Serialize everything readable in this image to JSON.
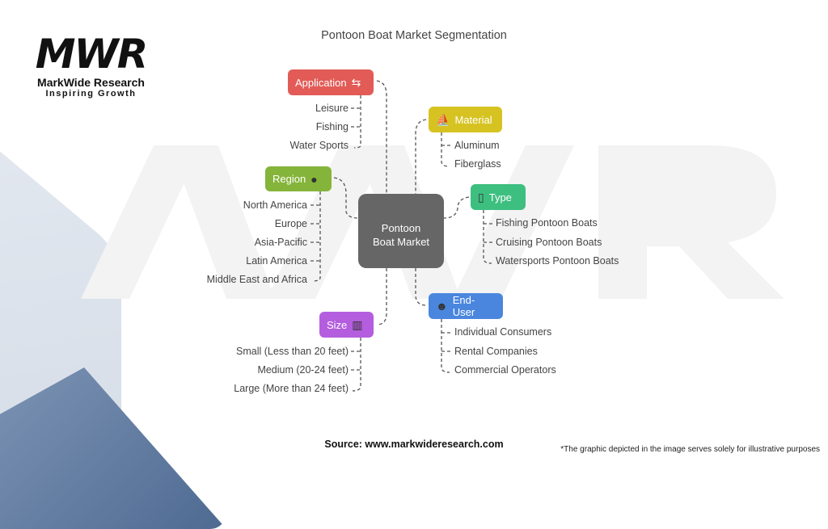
{
  "logo": {
    "mark": "MWR",
    "name": "MarkWide Research",
    "tagline": "Inspiring Growth"
  },
  "title": "Pontoon Boat Market Segmentation",
  "center": {
    "label": "Pontoon Boat Market"
  },
  "segments": {
    "application": {
      "label": "Application",
      "icon": "transport-icon",
      "color": "#e25b57",
      "items": [
        "Leisure",
        "Fishing",
        "Water Sports"
      ]
    },
    "material": {
      "label": "Material",
      "icon": "boat-material-icon",
      "color": "#d6c322",
      "items": [
        "Aluminum",
        "Fiberglass"
      ]
    },
    "region": {
      "label": "Region",
      "icon": "map-pin-icon",
      "color": "#85b43a",
      "items": [
        "North America",
        "Europe",
        "Asia-Pacific",
        "Latin America",
        "Middle East and Africa"
      ]
    },
    "type": {
      "label": "Type",
      "icon": "kayak-paddle-icon",
      "color": "#3dbf80",
      "items": [
        "Fishing Pontoon Boats",
        "Cruising Pontoon Boats",
        "Watersports Pontoon Boats"
      ]
    },
    "end_user": {
      "label": "End-User",
      "icon": "people-icon",
      "color": "#4a86de",
      "items": [
        "Individual Consumers",
        "Rental Companies",
        "Commercial Operators"
      ]
    },
    "size": {
      "label": "Size",
      "icon": "raft-icon",
      "color": "#b45ddf",
      "items": [
        "Small (Less than 20 feet)",
        "Medium (20-24 feet)",
        "Large (More than 24 feet)"
      ]
    }
  },
  "source": "Source: www.markwideresearch.com",
  "footnote": "*The graphic depicted in the image serves solely for illustrative purposes"
}
